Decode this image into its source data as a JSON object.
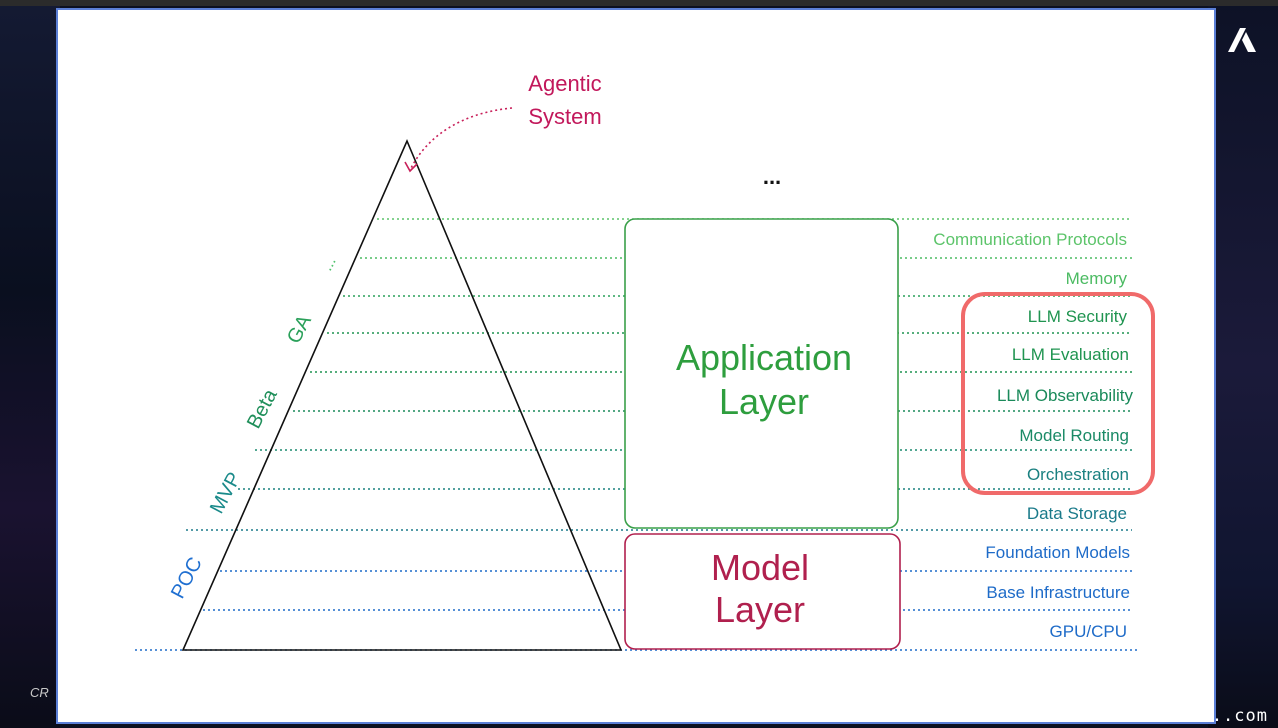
{
  "annotation": {
    "line1": "Agentic",
    "line2": "System"
  },
  "ellipsis": "...",
  "stages": [
    {
      "label": "POC",
      "color": "#1f6fd1"
    },
    {
      "label": "MVP",
      "color": "#1a8a8a"
    },
    {
      "label": "Beta",
      "color": "#1f8f5a"
    },
    {
      "label": "GA",
      "color": "#2aa05a"
    },
    {
      "label": "...",
      "color": "#4cc06a"
    }
  ],
  "application_layer": {
    "line1": "Application",
    "line2": "Layer",
    "color": "#2e9e3e"
  },
  "model_layer": {
    "line1": "Model",
    "line2": "Layer",
    "color": "#b0204e"
  },
  "components": [
    {
      "label": "Communication Protocols",
      "color": "#5cc46a"
    },
    {
      "label": "Memory",
      "color": "#4bbb62"
    },
    {
      "label": "LLM Security",
      "color": "#1f9450"
    },
    {
      "label": "LLM Evaluation",
      "color": "#1f9450"
    },
    {
      "label": "LLM Observability",
      "color": "#1a8a5a"
    },
    {
      "label": "Model Routing",
      "color": "#1a8a66"
    },
    {
      "label": "Orchestration",
      "color": "#1a8080"
    },
    {
      "label": "Data Storage",
      "color": "#1a7a8a"
    },
    {
      "label": "Foundation Models",
      "color": "#1e6bc8"
    },
    {
      "label": "Base Infrastructure",
      "color": "#1e6bc8"
    },
    {
      "label": "GPU/CPU",
      "color": "#1e6bc8"
    }
  ],
  "highlight_color": "#f06a6a",
  "footer": {
    "left": "CR",
    "right": "m.m.o..com"
  }
}
